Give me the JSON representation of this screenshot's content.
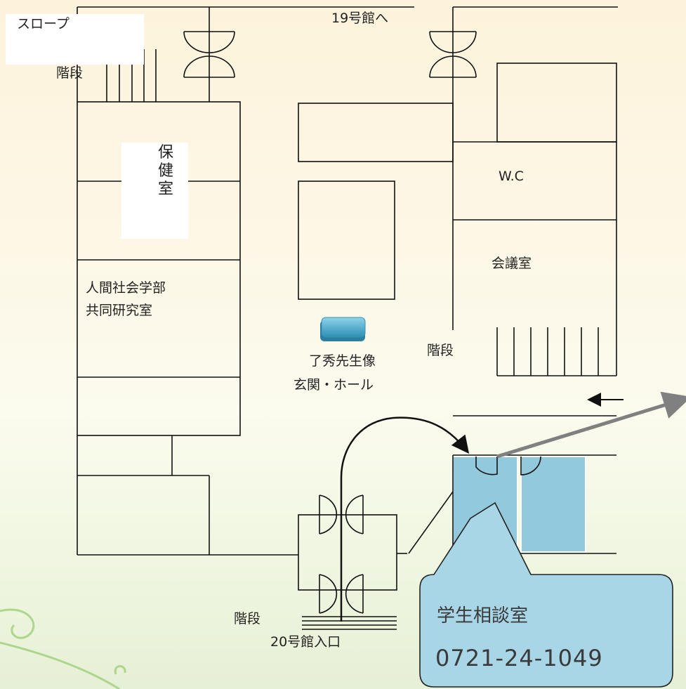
{
  "labels": {
    "slope": "スロープ",
    "stairs_top_left": "階段",
    "to_building_19": "19号館へ",
    "health_room": "保健室",
    "wc": "W.C",
    "meeting_room": "会議室",
    "faculty_room_line1": "人間社会学部",
    "faculty_room_line2": "共同研究室",
    "stairs_right": "階段",
    "statue": "了秀先生像",
    "entrance_hall": "玄関・ホール",
    "stairs_bottom": "階段",
    "entrance_20": "20号館入口"
  },
  "callout": {
    "title": "学生相談室",
    "phone": "0721-24-1049"
  },
  "colors": {
    "line": "#111111",
    "highlight_room": "#92c9dc",
    "callout_fill": "#a8d6e6",
    "statue_fill": "#4aa6c4",
    "pointer_arrow": "#808080"
  }
}
